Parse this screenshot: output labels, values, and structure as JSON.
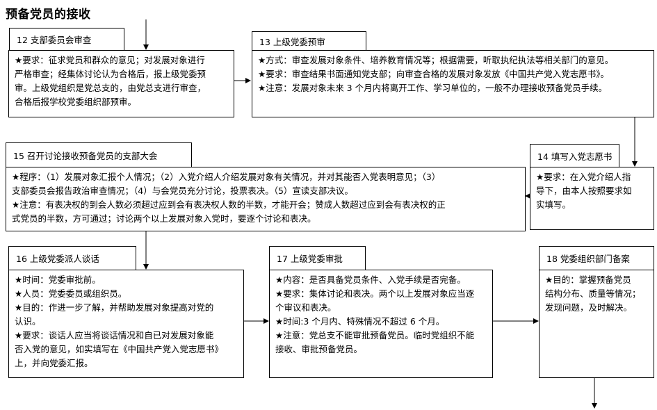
{
  "title": "预备党员的接收",
  "boxes": {
    "b12": {
      "header": "12 支部委员会审查",
      "lines": [
        "★要求：征求党员和群众的意见；对发展对象进行",
        "严格审查；经集体讨论认为合格后，报上级党委预",
        "审。上级党组织是党总支的，由党总支进行审查，",
        "合格后报学校党委组织部预审。"
      ]
    },
    "b13": {
      "header": "13 上级党委预审",
      "lines": [
        "★方式：审查发展对象条件、培养教育情况等；根据需要，听取执纪执法等相关部门的意见。",
        "★要求：审查结果书面通知党支部；向审查合格的发展对象发放《中国共产党入党志愿书》。",
        "★注意：发展对象未来 3 个月内将离开工作、学习单位的，一般不办理接收预备党员手续。"
      ]
    },
    "b14": {
      "header": "14 填写入党志愿书",
      "lines": [
        "★要求：在入党介绍人指",
        "导下，由本人按照要求如",
        "实填写。"
      ]
    },
    "b15": {
      "header": "15 召开讨论接收预备党员的支部大会",
      "lines": [
        "★程序：（1）发展对象汇报个人情况；（2）入党介绍人介绍发展对象有关情况，并对其能否入党表明意见；（3）",
        "支部委员会报告政治审查情况；（4）与会党员充分讨论，投票表决。（5）宣读支部决议。",
        "★注意：有表决权的到会人数必须超过应到会有表决权人数的半数，才能开会；赞成人数超过应到会有表决权的正",
        "式党员的半数，方可通过；讨论两个以上发展对象入党时，要逐个讨论和表决。"
      ]
    },
    "b16": {
      "header": "16 上级党委派人谈话",
      "lines": [
        "★时间：党委审批前。",
        "★人员：党委委员或组织员。",
        "★目的：作进一步了解，并帮助发展对象提高对党的",
        "认识。",
        "★要求：谈话人应当将谈话情况和自已对发展对象能",
        "否入党的意见，如实填写在《中国共产党入党志愿书》",
        "上，并向党委汇报。"
      ]
    },
    "b17": {
      "header": "17 上级党委审批",
      "lines": [
        "★内容：是否具备党员条件、入党手续是否完备。",
        "★要求：集体讨论和表决。两个以上发展对象应当逐",
        "个审议和表决。",
        "★时间:3 个月内、特殊情况不超过 6 个月。",
        "★注意：党总支不能审批预备党员。临时党组织不能",
        "接收、审批预备党员。"
      ]
    },
    "b18": {
      "header": "18 党委组织部门备案",
      "lines": [
        "★目的：掌握预备党员",
        "结构分布、质量等情况；",
        "发现问题，及时解决。"
      ]
    }
  }
}
